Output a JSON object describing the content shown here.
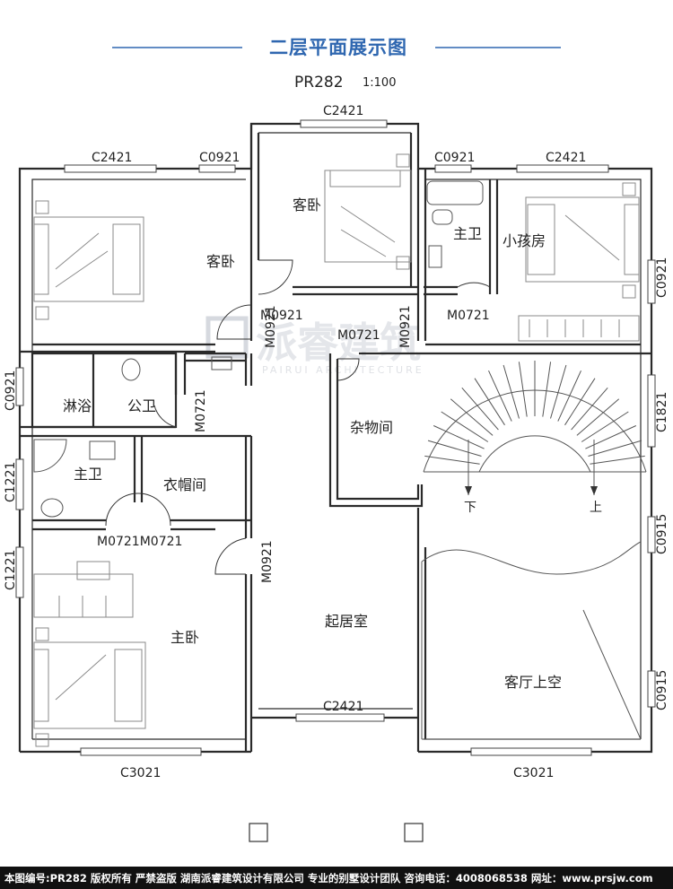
{
  "header": {
    "title": "二层平面展示图",
    "plan_code": "PR282",
    "scale": "1:100"
  },
  "rooms": {
    "guest_bed_left": "客卧",
    "guest_bed_top": "客卧",
    "master_bath_top": "主卫",
    "kids_room": "小孩房",
    "shower": "淋浴",
    "public_bath": "公卫",
    "storage": "杂物间",
    "master_bath_left": "主卫",
    "closet": "衣帽间",
    "living": "起居室",
    "master_bed": "主卧",
    "void": "客厅上空"
  },
  "labels": {
    "c2421_top": "C2421",
    "c2421_left": "C2421",
    "c0921_left": "C0921",
    "c0921_right": "C0921",
    "c2421_right": "C2421",
    "c0921_east": "C0921",
    "c0921_west": "C0921",
    "c1821": "C1821",
    "c1221_a": "C1221",
    "c1221_b": "C1221",
    "c0915_a": "C0915",
    "c0915_b": "C0915",
    "c2421_bottom": "C2421",
    "c3021_left": "C3021",
    "c3021_right": "C3021",
    "m0921_a": "M0921",
    "m0921_b": "M0921",
    "m0921_c": "M0921",
    "m0921_d": "M0921",
    "m0721_a": "M0721",
    "m0721_b": "M0721",
    "m0721_c": "M0721",
    "m0721_pair": "M0721M0721",
    "down": "下",
    "up": "上"
  },
  "watermark": {
    "text": "派睿建筑",
    "sub": "PAIRUI ARCHITECTURE"
  },
  "footer": {
    "text": "本图编号:PR282 版权所有 严禁盗版 湖南派睿建筑设计有限公司 专业的别墅设计团队 咨询电话：4008068538 网址：www.prsjw.com"
  }
}
